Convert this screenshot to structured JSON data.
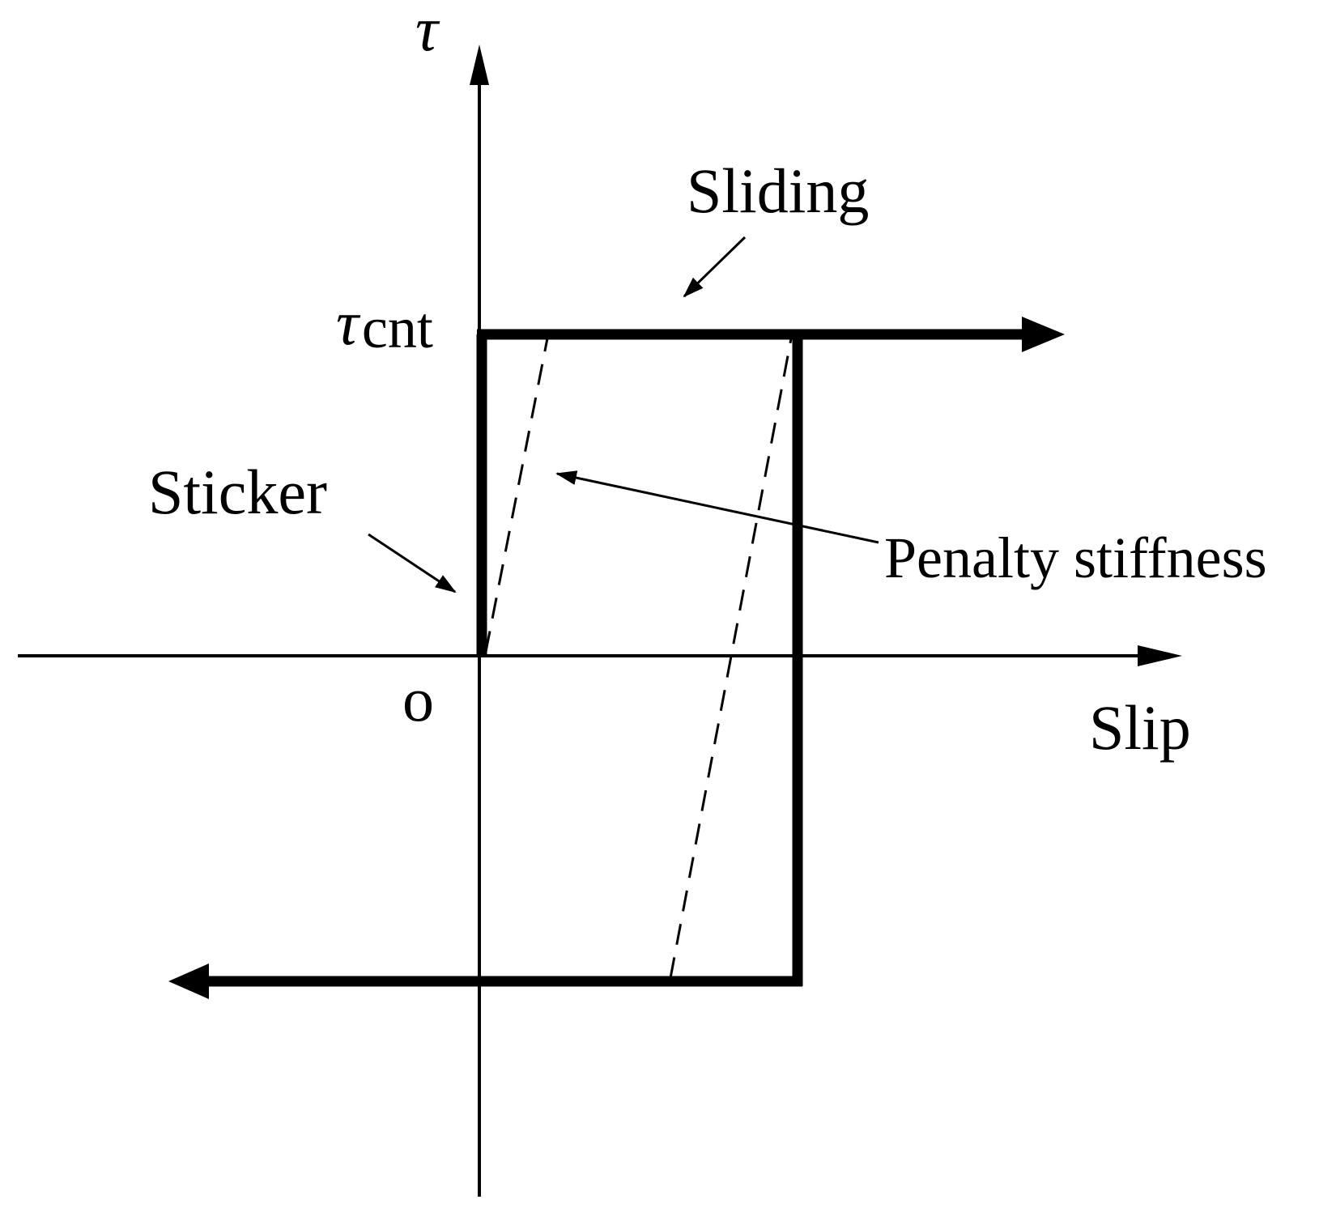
{
  "diagram": {
    "y_axis_label": "τ",
    "x_axis_label": "Slip",
    "origin_label": "o",
    "threshold_label": {
      "symbol": "τ",
      "subscript": "cnt"
    },
    "annotations": {
      "sliding": "Sliding",
      "sticker": "Sticker",
      "penalty": "Penalty stiffness"
    }
  }
}
